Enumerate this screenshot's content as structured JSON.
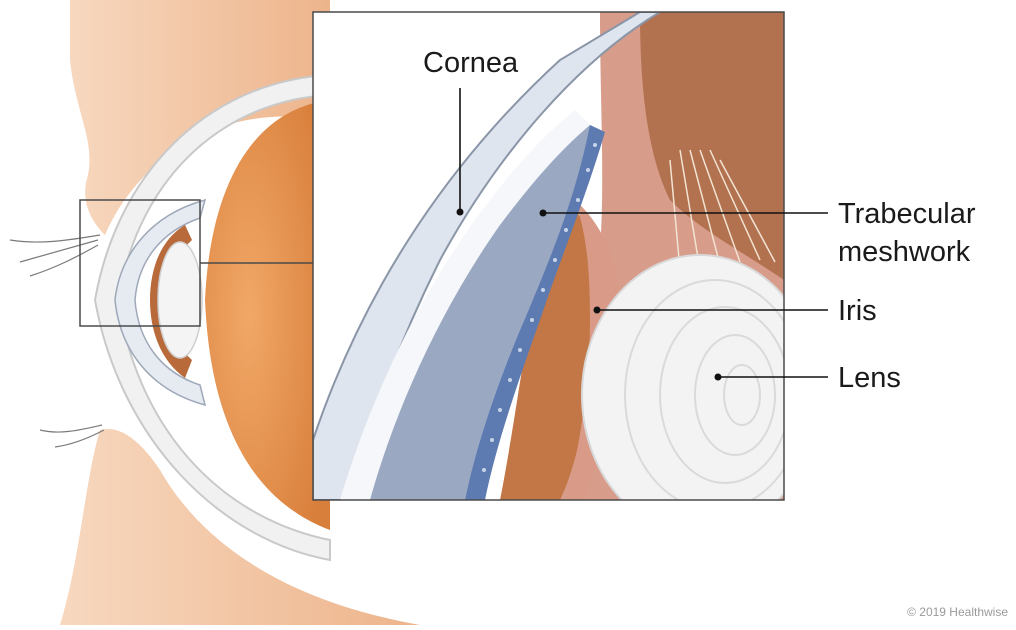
{
  "labels": {
    "cornea": "Cornea",
    "trabecular_line1": "Trabecular",
    "trabecular_line2": "meshwork",
    "iris": "Iris",
    "lens": "Lens"
  },
  "copyright": "© 2019 Healthwise",
  "colors": {
    "skin": "#efbf98",
    "skin_dark": "#d99a72",
    "cornea": "#dfe5ee",
    "cornea_edge": "#8a96a8",
    "anterior_chamber": "#9aa8c2",
    "meshwork": "#5d7bb0",
    "iris": "#c47746",
    "ciliary": "#d79c8a",
    "lens": "#f3f3f3",
    "vitreous": "#e5904c",
    "inset_border": "#4a4a4a"
  }
}
